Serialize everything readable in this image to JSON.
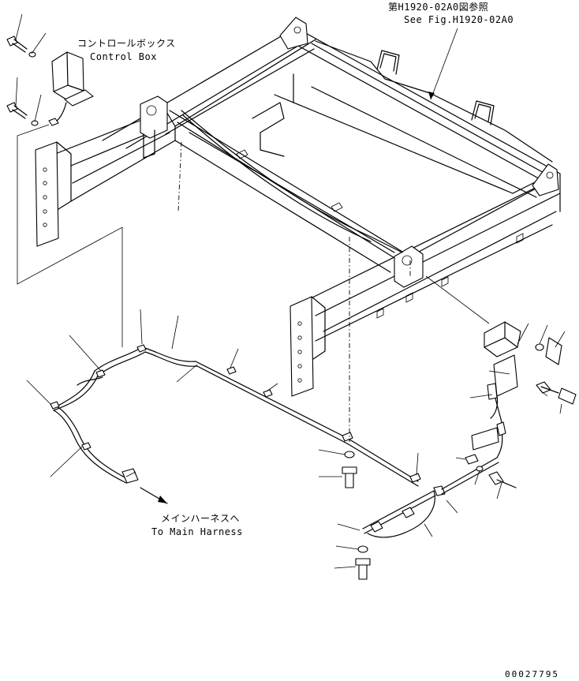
{
  "labels": {
    "control_box_jp": "コントロールボックス",
    "control_box_en": "Control Box",
    "see_fig_jp": "第H1920-02A0図参照",
    "see_fig_en": "See Fig.H1920-02A0",
    "main_harness_jp": "メインハーネスへ",
    "main_harness_en": "To Main Harness",
    "drawing_number": "00027795"
  }
}
